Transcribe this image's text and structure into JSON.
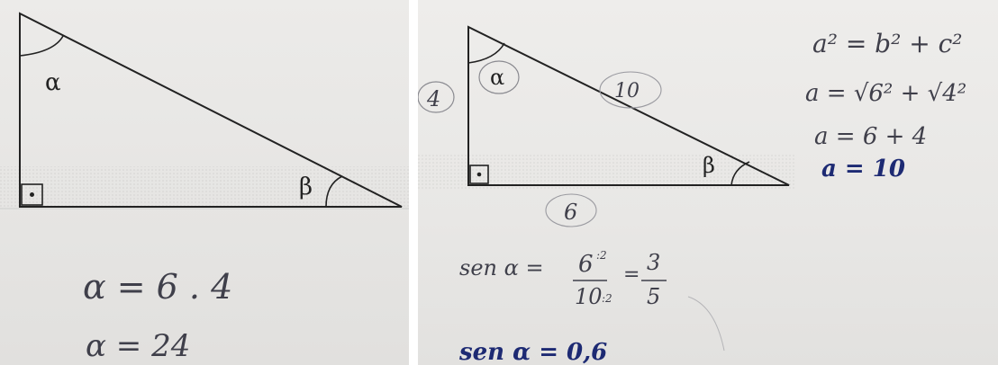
{
  "left_photo": {
    "angle_alpha": "α",
    "angle_beta": "β",
    "work_line1": "α = 6 . 4",
    "work_line2": "α = 24"
  },
  "right_photo": {
    "angle_alpha": "α",
    "angle_beta": "β",
    "side_left": "4",
    "hypotenuse": "10",
    "side_bottom": "6",
    "eq1": "a² = b² + c²",
    "eq2": "a = √6² + √4²",
    "eq3": "a = 6 + 4",
    "eq4": "a = 10",
    "sen_label": "sen α =",
    "frac1_num": "6",
    "frac1_den": "10",
    "frac1_num_div": ":2",
    "frac1_den_div": ":2",
    "frac2_num": "3",
    "frac2_den": "5",
    "final": "sen α = 0,6"
  },
  "colors": {
    "pencil": "#3f3f4a",
    "blue_pen": "#1d2a73",
    "print": "#222222"
  }
}
